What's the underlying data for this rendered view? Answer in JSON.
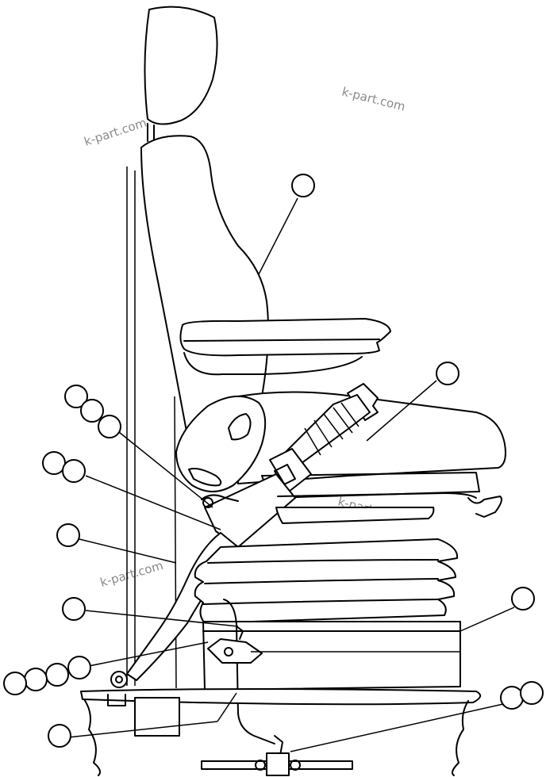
{
  "diagram": {
    "watermark": "k-part.com",
    "callouts": [
      {
        "id": "c1"
      },
      {
        "id": "c2"
      },
      {
        "id": "c3"
      },
      {
        "id": "c4"
      },
      {
        "id": "c5"
      },
      {
        "id": "c6"
      },
      {
        "id": "c7"
      },
      {
        "id": "c8"
      },
      {
        "id": "c9"
      },
      {
        "id": "c10"
      },
      {
        "id": "c11"
      },
      {
        "id": "c12"
      },
      {
        "id": "c13"
      },
      {
        "id": "c14"
      },
      {
        "id": "c15"
      },
      {
        "id": "c16"
      },
      {
        "id": "c17"
      },
      {
        "id": "c18"
      }
    ]
  },
  "colors": {
    "line": "#000000",
    "background": "#ffffff",
    "watermark": "#8a8a8a"
  }
}
